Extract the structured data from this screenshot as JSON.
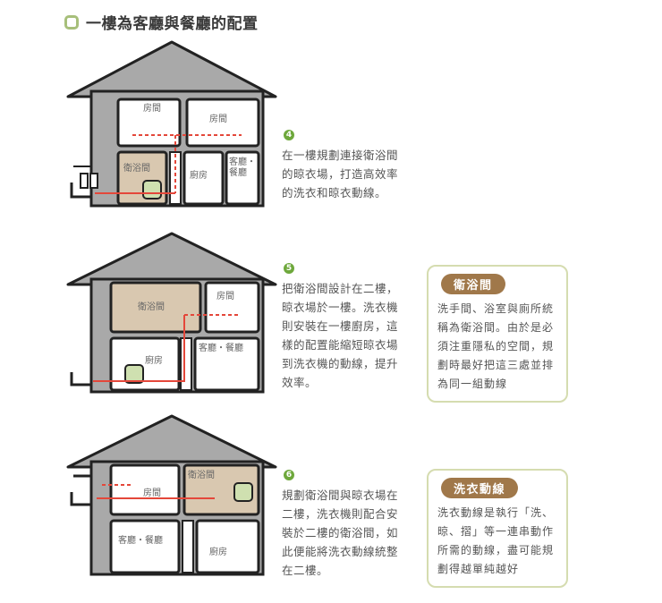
{
  "heading": {
    "title": "一樓為客廳與餐廳的配置",
    "icon": "square-outline-icon",
    "accent": "#a7bf7a"
  },
  "houses": [
    {
      "rooms": {
        "upper_left": "房間",
        "upper_right": "房間",
        "bath": "衛浴間",
        "kitchen": "廚房",
        "living": "客廳・餐廳"
      }
    },
    {
      "rooms": {
        "bath": "衛浴間",
        "upper_right": "房間",
        "kitchen": "廚房",
        "living": "客廳・餐廳"
      }
    },
    {
      "rooms": {
        "upper_left": "房間",
        "bath": "衛浴間",
        "living": "客廳・餐廳",
        "kitchen": "廚房"
      }
    }
  ],
  "steps": [
    {
      "number": "4",
      "text": "在一樓規劃連接衛浴間的晾衣場，打造高效率的洗衣和晾衣動線。"
    },
    {
      "number": "5",
      "text": "把衛浴間設計在二樓，晾衣場於一樓。洗衣機則安裝在一樓廚房，這樣的配置能縮短晾衣場到洗衣機的動線，提升效率。"
    },
    {
      "number": "6",
      "text": "規劃衛浴間與晾衣場在二樓，洗衣機則配合安裝於二樓的衛浴間，如此便能將洗衣動線統整在二樓。"
    }
  ],
  "notes": [
    {
      "badge": "衛浴間",
      "text": "洗手間、浴室與廁所統稱為衛浴間。由於是必須注重隱私的空間，規劃時最好把這三處並排為同一組動線"
    },
    {
      "badge": "洗衣動線",
      "text": "洗衣動線是執行「洗、晾、摺」等一連串動作所需的動線，盡可能規劃得越單純越好"
    }
  ],
  "colors": {
    "badge": "#a0784a",
    "number_circle": "#6ea83c",
    "note_border": "#d5dcb0",
    "bath_fill": "#d9c8b0",
    "route": "#e4473a",
    "house_gray": "#a9a9a9"
  }
}
